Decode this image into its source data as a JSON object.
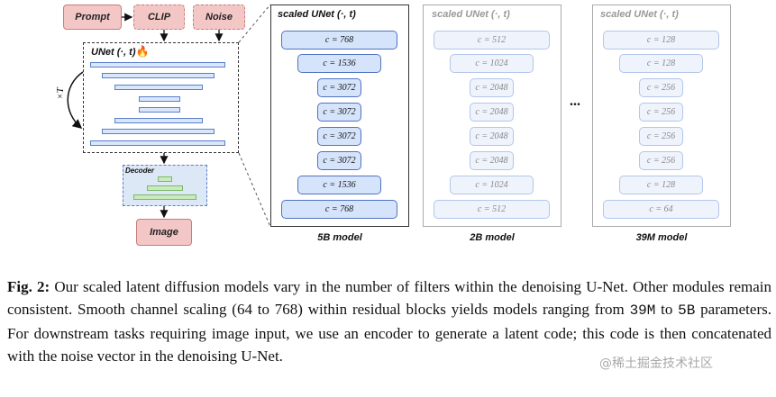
{
  "pipeline": {
    "prompt": "Prompt",
    "clip": "CLIP",
    "noise": "Noise",
    "unet_title": "UNet (·, t)",
    "flame_icon": "fire-icon",
    "loop_label": "×T",
    "decoder": "Decoder",
    "image": "Image"
  },
  "models": [
    {
      "title": "scaled UNet (·, t)",
      "label": "5B model",
      "blocks": [
        "c = 768",
        "c = 1536",
        "c = 3072",
        "c = 3072",
        "c = 3072",
        "c = 3072",
        "c = 1536",
        "c = 768"
      ]
    },
    {
      "title": "scaled UNet (·, t)",
      "label": "2B model",
      "blocks": [
        "c = 512",
        "c = 1024",
        "c = 2048",
        "c = 2048",
        "c = 2048",
        "c = 2048",
        "c = 1024",
        "c = 512"
      ]
    },
    {
      "title": "scaled UNet (·, t)",
      "label": "39M model",
      "blocks": [
        "c = 128",
        "c = 128",
        "c = 256",
        "c = 256",
        "c = 256",
        "c = 256",
        "c = 128",
        "c = 64"
      ]
    }
  ],
  "ellipsis": "...",
  "caption": {
    "fig_label": "Fig. 2:",
    "part1": " Our scaled latent diffusion models vary in the number of filters within the denoising U-Net. Other modules remain consistent. Smooth channel scaling (64 to 768) within residual blocks yields models ranging from ",
    "value_low": "39M",
    "part2": " to ",
    "value_high": "5B",
    "part3": " parameters. For downstream tasks requiring image input, we use an encoder to generate a latent code; this code is then concatenated with the noise vector in the denoising U-Net."
  },
  "watermark": "@稀土掘金技术社区"
}
